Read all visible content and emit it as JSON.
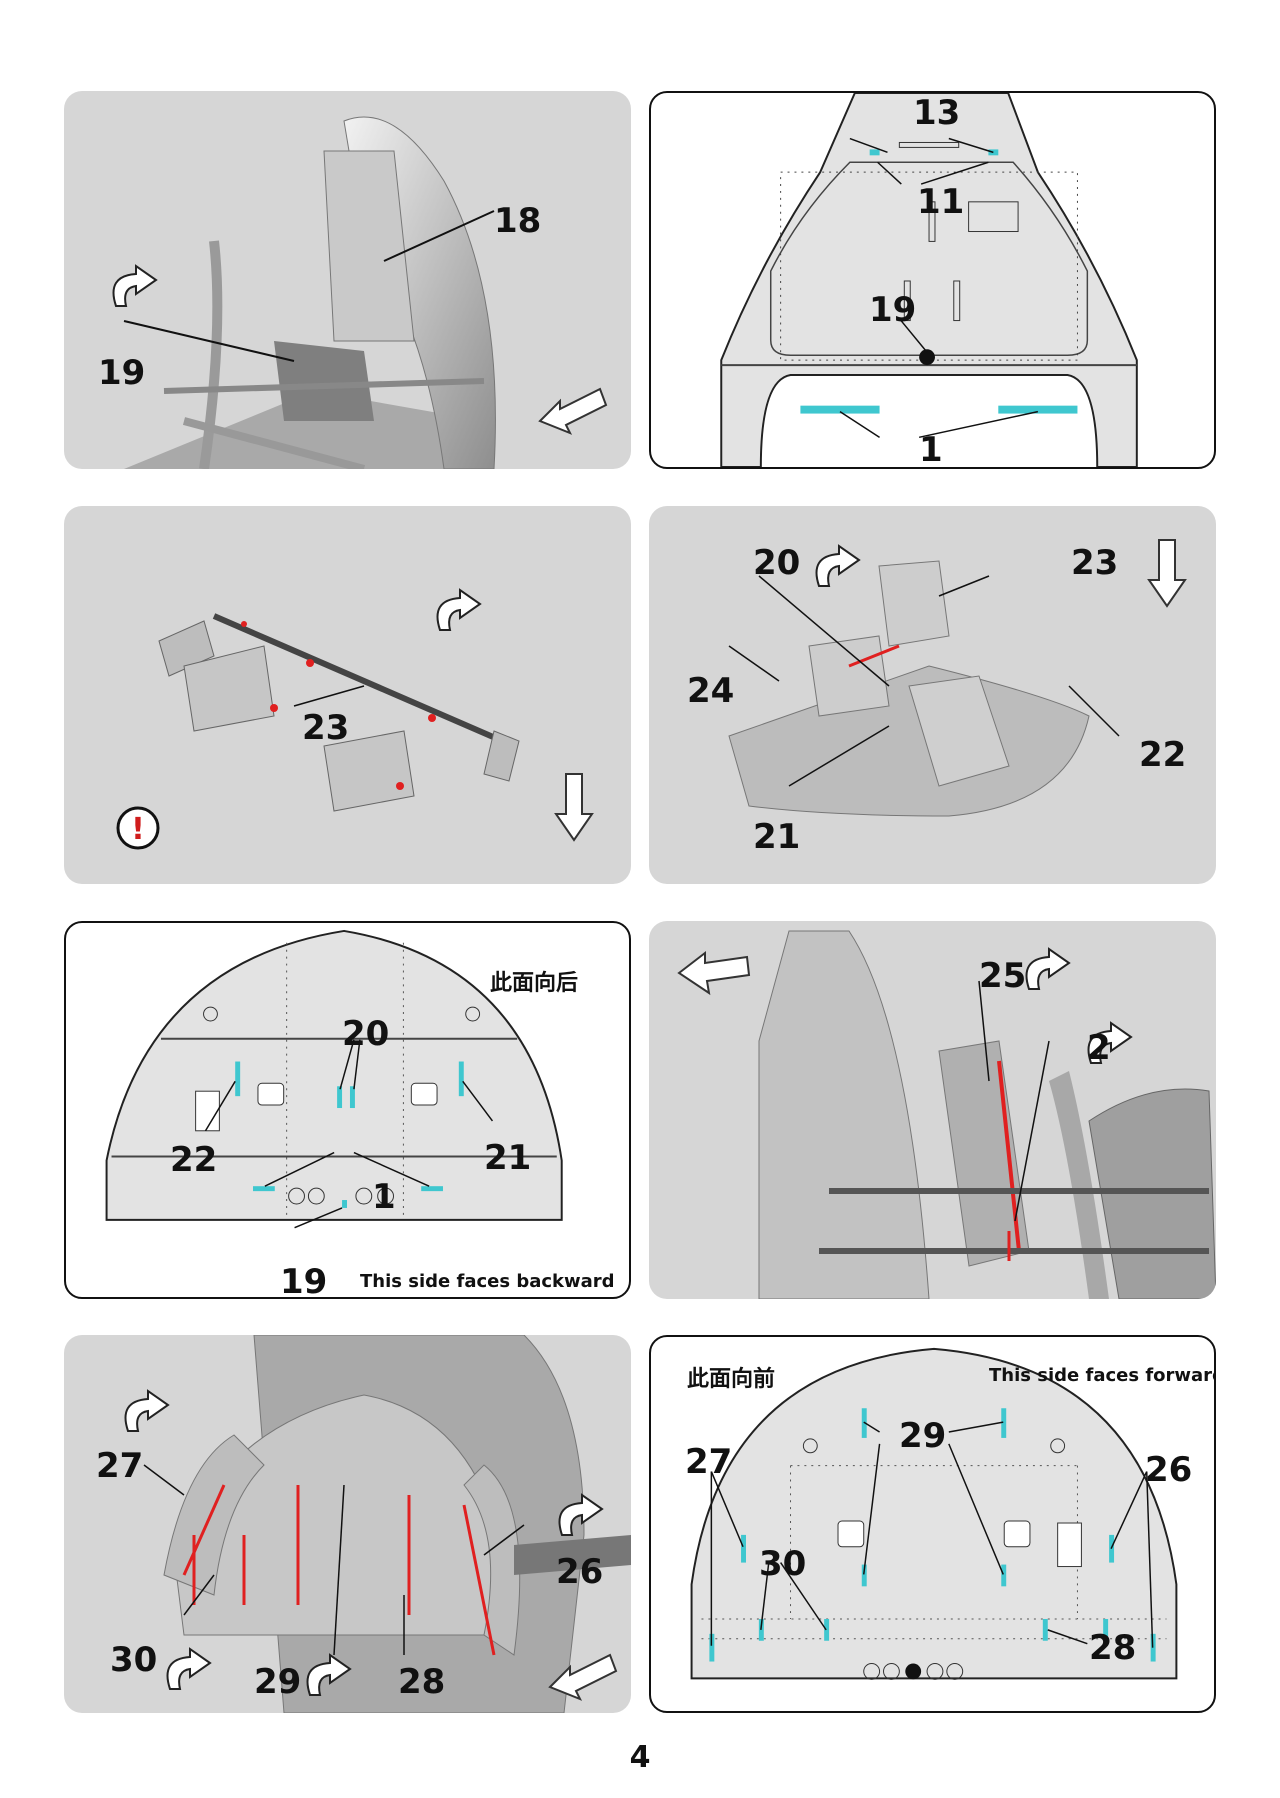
{
  "page_number": "4",
  "panels": [
    {
      "type": "photo",
      "labels": {
        "part_a": "18",
        "part_b": "19"
      },
      "icons": [
        "rotate-arrow-icon",
        "direction-arrow-icon"
      ]
    },
    {
      "type": "diagram",
      "labels": {
        "part_a": "13",
        "part_b": "11",
        "part_c": "19",
        "part_d": "1"
      }
    },
    {
      "type": "photo",
      "labels": {
        "part_a": "23"
      },
      "icons": [
        "rotate-arrow-icon",
        "direction-arrow-icon",
        "caution-icon"
      ]
    },
    {
      "type": "photo",
      "labels": {
        "part_a": "20",
        "part_b": "23",
        "part_c": "24",
        "part_d": "22",
        "part_e": "21"
      },
      "icons": [
        "rotate-arrow-icon",
        "direction-arrow-icon"
      ]
    },
    {
      "type": "diagram",
      "note_cn": "此面向后",
      "note_en": "This side faces backward",
      "labels": {
        "part_a": "20",
        "part_b": "22",
        "part_c": "21",
        "part_d": "1",
        "part_e": "19"
      }
    },
    {
      "type": "photo",
      "labels": {
        "part_a": "25",
        "part_b": "2"
      },
      "icons": [
        "rotate-arrow-icon",
        "direction-arrow-icon"
      ]
    },
    {
      "type": "photo",
      "labels": {
        "part_a": "27",
        "part_b": "26",
        "part_c": "30",
        "part_d": "29",
        "part_e": "28"
      },
      "icons": [
        "rotate-arrow-icon",
        "direction-arrow-icon"
      ]
    },
    {
      "type": "diagram",
      "note_cn": "此面向前",
      "note_en": "This side faces forward",
      "labels": {
        "part_a": "27",
        "part_b": "29",
        "part_c": "26",
        "part_d": "30",
        "part_e": "28"
      }
    }
  ],
  "colors": {
    "photo_bg": "#d6d6d6",
    "highlight_cyan": "#3fc7cf",
    "highlight_red": "#e02020",
    "metal": "#b9b9b9"
  }
}
